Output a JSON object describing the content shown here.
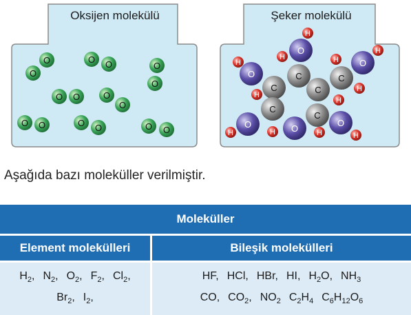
{
  "diagram": {
    "left_label": "Oksijen molekülü",
    "right_label": "Şeker molekülü",
    "atom_letters": {
      "oxygen": "O",
      "carbon": "C",
      "hydrogen": "H"
    },
    "colors": {
      "container_fill": "#cfe9f5",
      "container_stroke": "#8a8a8a",
      "oxygen_green": "#3aa55a",
      "oxygen_purple": "#5b4fa8",
      "carbon_gray": "#8c8c8c",
      "hydrogen_red": "#d9342b"
    }
  },
  "intro_text": "Aşağıda bazı moleküller verilmiştir.",
  "table": {
    "title": "Moleküller",
    "left_header": "Element molekülleri",
    "right_header": "Bileşik molekülleri",
    "element_rows": [
      [
        {
          "t": "H",
          "s": "2"
        },
        {
          "t": "N",
          "s": "2"
        },
        {
          "t": "O",
          "s": "2"
        },
        {
          "t": "F",
          "s": "2"
        },
        {
          "t": "Cl",
          "s": "2"
        }
      ],
      [
        {
          "t": "Br",
          "s": "2"
        },
        {
          "t": "I",
          "s": "2"
        }
      ]
    ],
    "compound_rows": [
      [
        {
          "t": "HF"
        },
        {
          "t": "HCl"
        },
        {
          "t": "HBr"
        },
        {
          "t": "HI"
        },
        {
          "t": "H|2|O"
        },
        {
          "t": "NH|3"
        }
      ],
      [
        {
          "t": "CO"
        },
        {
          "t": "CO|2"
        },
        {
          "t": "NO|2"
        },
        {
          "t": "C|2|H|4"
        },
        {
          "t": "C|6|H|12|O|6"
        }
      ]
    ],
    "colors": {
      "header_bg": "#1f6db3",
      "body_bg": "#dcebf6"
    }
  }
}
